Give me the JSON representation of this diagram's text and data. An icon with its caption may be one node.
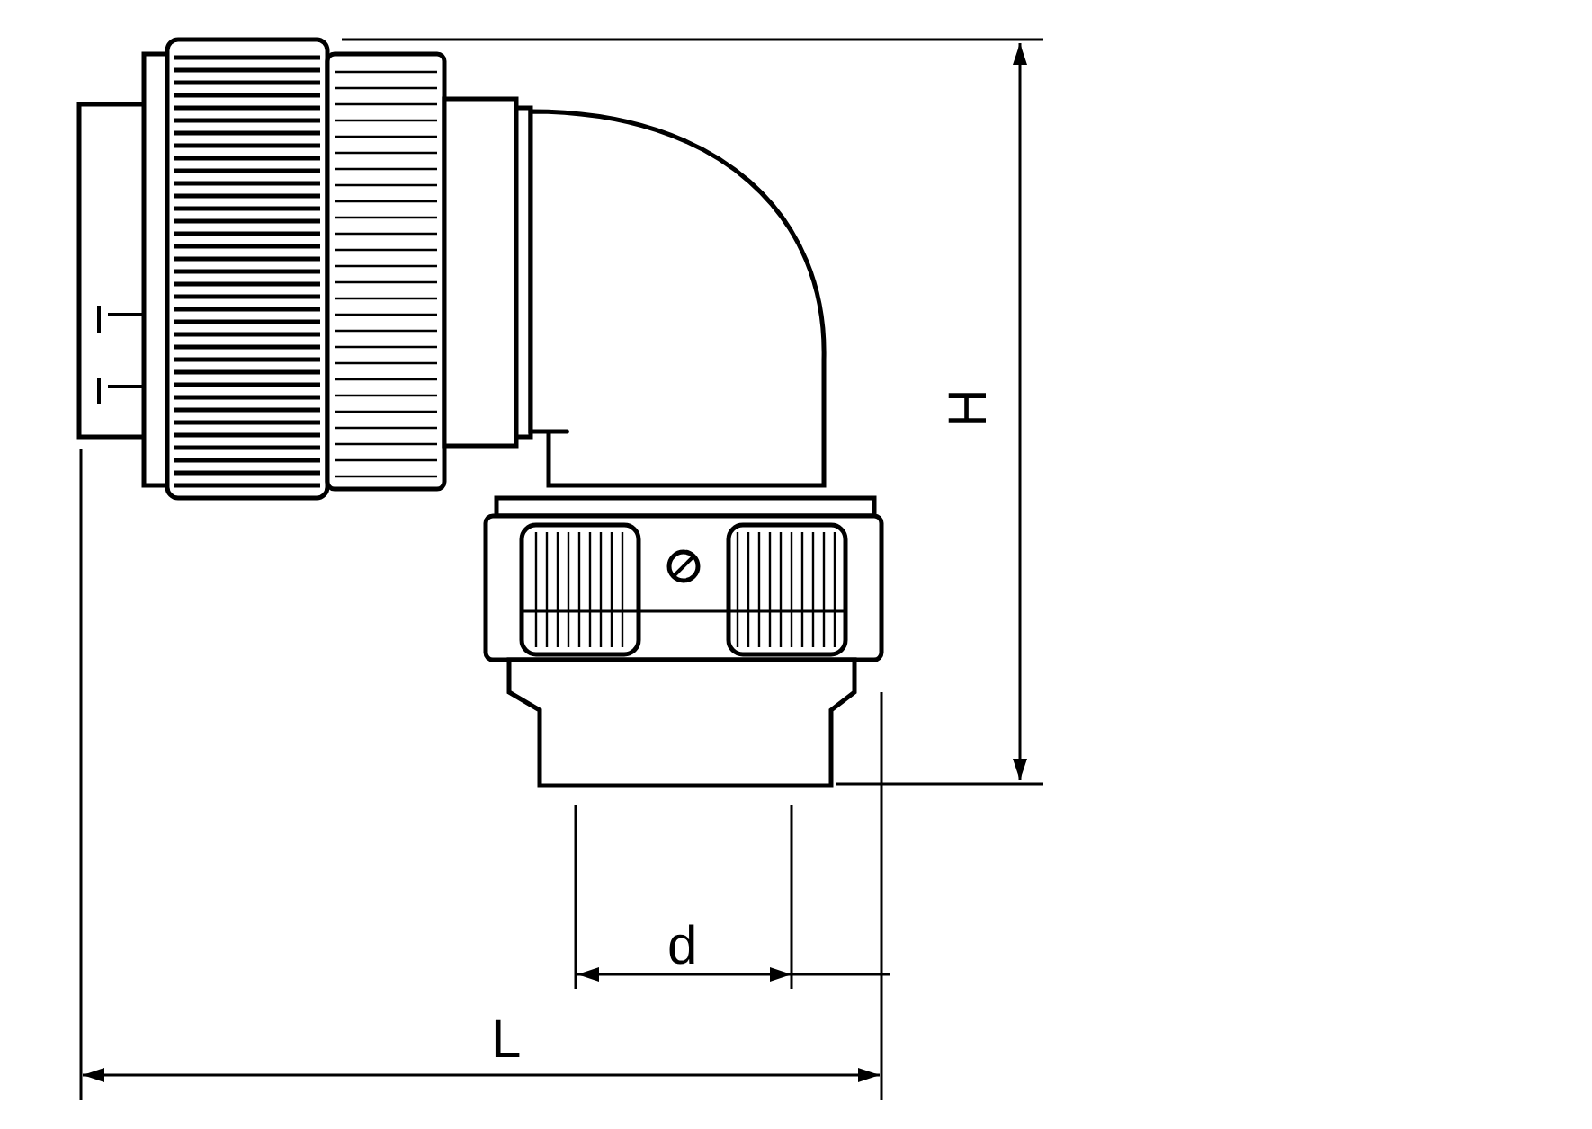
{
  "diagram": {
    "labels": [
      "H",
      "d",
      "L"
    ]
  }
}
